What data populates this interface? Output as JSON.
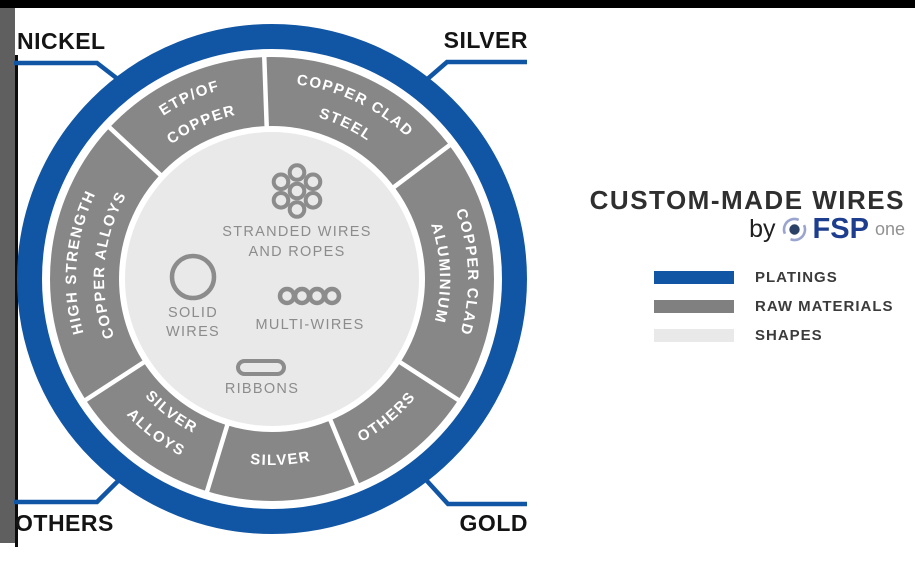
{
  "colors": {
    "platings_blue": "#1156a4",
    "raw_materials_gray": "#878787",
    "shapes_light_gray": "#e9e9e9",
    "brand_navy": "#1d3e8f"
  },
  "plating_labels": {
    "top_left": "NICKEL",
    "top_right": "SILVER",
    "bottom_left": "OTHERS",
    "bottom_right": "GOLD"
  },
  "wheel": {
    "raw_material_segments": [
      {
        "id": "etp-of-copper",
        "line1": "ETP/OF",
        "line2": "COPPER"
      },
      {
        "id": "copper-clad-steel",
        "line1": "COPPER CLAD",
        "line2": "STEEL"
      },
      {
        "id": "copper-clad-aluminium",
        "line1": "COPPER CLAD",
        "line2": "ALUMINIUM"
      },
      {
        "id": "others",
        "line1": "OTHERS"
      },
      {
        "id": "silver",
        "line1": "SILVER"
      },
      {
        "id": "silver-alloys",
        "line1": "SILVER",
        "line2": "ALLOYS"
      },
      {
        "id": "high-strength-copper-alloys",
        "line1": "HIGH STRENGTH",
        "line2": "COPPER ALLOYS"
      }
    ],
    "shape_items": [
      {
        "id": "stranded-wires-and-ropes",
        "line1": "STRANDED WIRES",
        "line2": "AND ROPES"
      },
      {
        "id": "solid-wires",
        "line1": "SOLID",
        "line2": "WIRES"
      },
      {
        "id": "multi-wires",
        "line1": "MULTI-WIRES"
      },
      {
        "id": "ribbons",
        "line1": "RIBBONS"
      }
    ]
  },
  "panel": {
    "title": "CUSTOM-MADE WIRES",
    "byline": {
      "by": "by",
      "brand": "FSP",
      "brand_suffix": "one"
    },
    "legend": [
      {
        "label": "PLATINGS",
        "color": "#1156a4"
      },
      {
        "label": "RAW MATERIALS",
        "color": "#808080"
      },
      {
        "label": "SHAPES",
        "color": "#e9e9e9"
      }
    ]
  }
}
